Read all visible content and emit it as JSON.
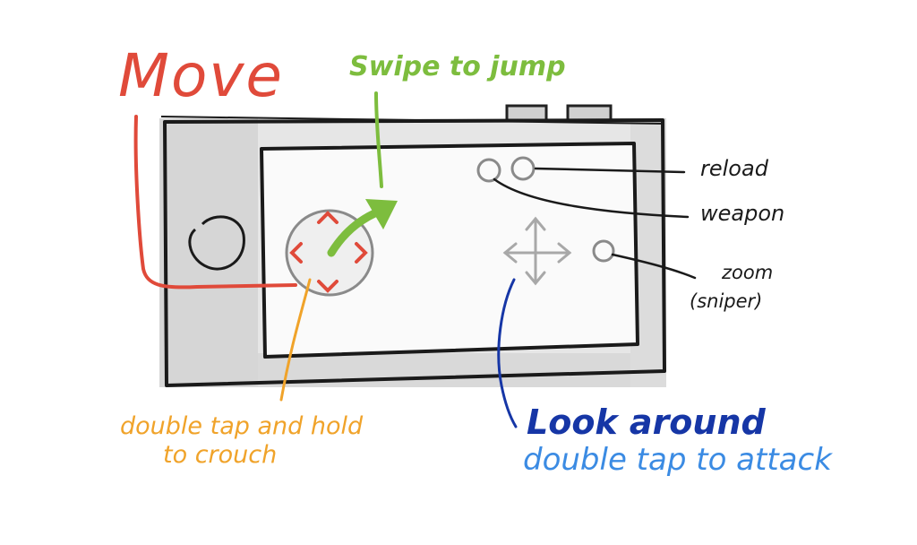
{
  "labels": {
    "move": "Move",
    "swipe_jump": "Swipe to jump",
    "reload": "reload",
    "weapon": "weapon",
    "zoom": "zoom",
    "zoom_note": "(sniper)",
    "crouch_line1": "double tap and hold",
    "crouch_line2": "to crouch",
    "look_around": "Look around",
    "look_note": "double tap to attack"
  },
  "colors": {
    "move": "#e04a3a",
    "jump": "#7dbd3e",
    "crouch": "#f0a32a",
    "look": "#1636a6",
    "attack": "#3b8be3",
    "ink": "#1a1a1a",
    "device_shade": "#d9d9d9",
    "control_grey": "#a8a8a8"
  },
  "icons": {
    "dpad": "dpad-arrows-icon",
    "jump_arrow": "curved-arrow-icon",
    "look": "four-way-arrow-icon",
    "home_button": "circle-icon"
  }
}
